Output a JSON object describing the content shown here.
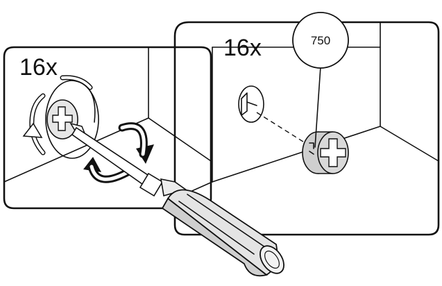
{
  "left_panel": {
    "quantity": "16x"
  },
  "right_panel": {
    "quantity": "16x",
    "part_number": "750"
  },
  "icons": {
    "rotate_arrow_wall": "counter-clockwise-arrow-icon",
    "rotate_arrow_tool": "clockwise-rotation-arrows-icon",
    "screw": "phillips-screw-icon",
    "cam_lock": "cam-lock-fitting-icon",
    "tool": "phillips-screwdriver-icon"
  }
}
